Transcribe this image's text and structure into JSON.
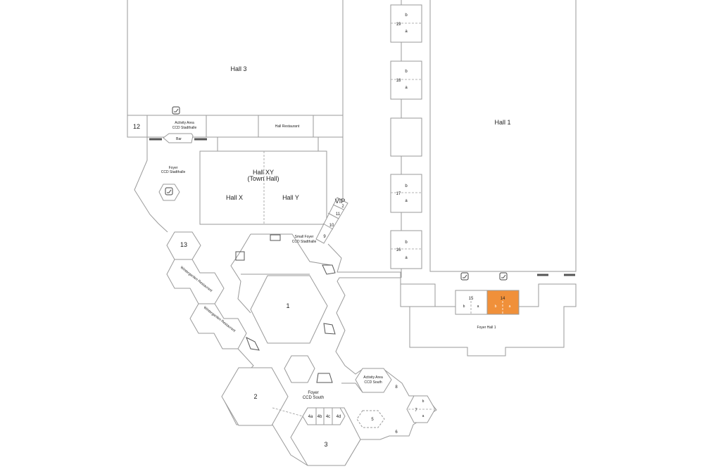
{
  "colors": {
    "wall": "#9a9a9a",
    "highlight": "#f0903a",
    "text": "#222222"
  },
  "labels": {
    "hall3": "Hall 3",
    "hall1": "Hall 1",
    "r12": "12",
    "activity_stadthalle_1": "Activity Area",
    "activity_stadthalle_2": "CCD Stadthalle",
    "hall_restaurant": "Hall Restaurant",
    "bar": "Bar",
    "foyer_stadthalle_1": "Foyer",
    "foyer_stadthalle_2": "CCD Stadthalle",
    "hallxy_1": "Hall XY",
    "hallxy_2": "(Town Hall)",
    "hallx": "Hall X",
    "hally": "Hall Y",
    "vip": "VIP",
    "r2_small": "2",
    "r11": "11",
    "r10": "10",
    "r9": "9",
    "small_foyer_1": "Small Foyer",
    "small_foyer_2": "CCD Stadthalle",
    "r13": "13",
    "wintergarden_1": "Wintergarden Restaurant",
    "wintergarden_2": "Wintergarden Restaurant",
    "r1": "1",
    "r2": "2",
    "foyer_south_1": "Foyer",
    "foyer_south_2": "CCD South",
    "activity_south_1": "Activity Area",
    "activity_south_2": "CCD South",
    "r8": "8",
    "r7": "7",
    "r7b": "b",
    "r7a": "a",
    "r5": "5",
    "r6": "6",
    "r3": "3",
    "r4a": "4a",
    "r4b": "4b",
    "r4c": "4c",
    "r4d": "4d",
    "r19": "19",
    "r19b": "b",
    "r19a": "a",
    "r18": "18",
    "r18b": "b",
    "r18a": "a",
    "r17": "17",
    "r17b": "b",
    "r17a": "a",
    "r16": "16",
    "r16b": "b",
    "r16a": "a",
    "r15": "15",
    "r15b": "b",
    "r15a": "a",
    "r14": "14",
    "r14b": "b",
    "r14a": "a",
    "foyer_hall1": "Foyer Hall 1"
  },
  "icons": {
    "stairs": "escalator-icon"
  }
}
